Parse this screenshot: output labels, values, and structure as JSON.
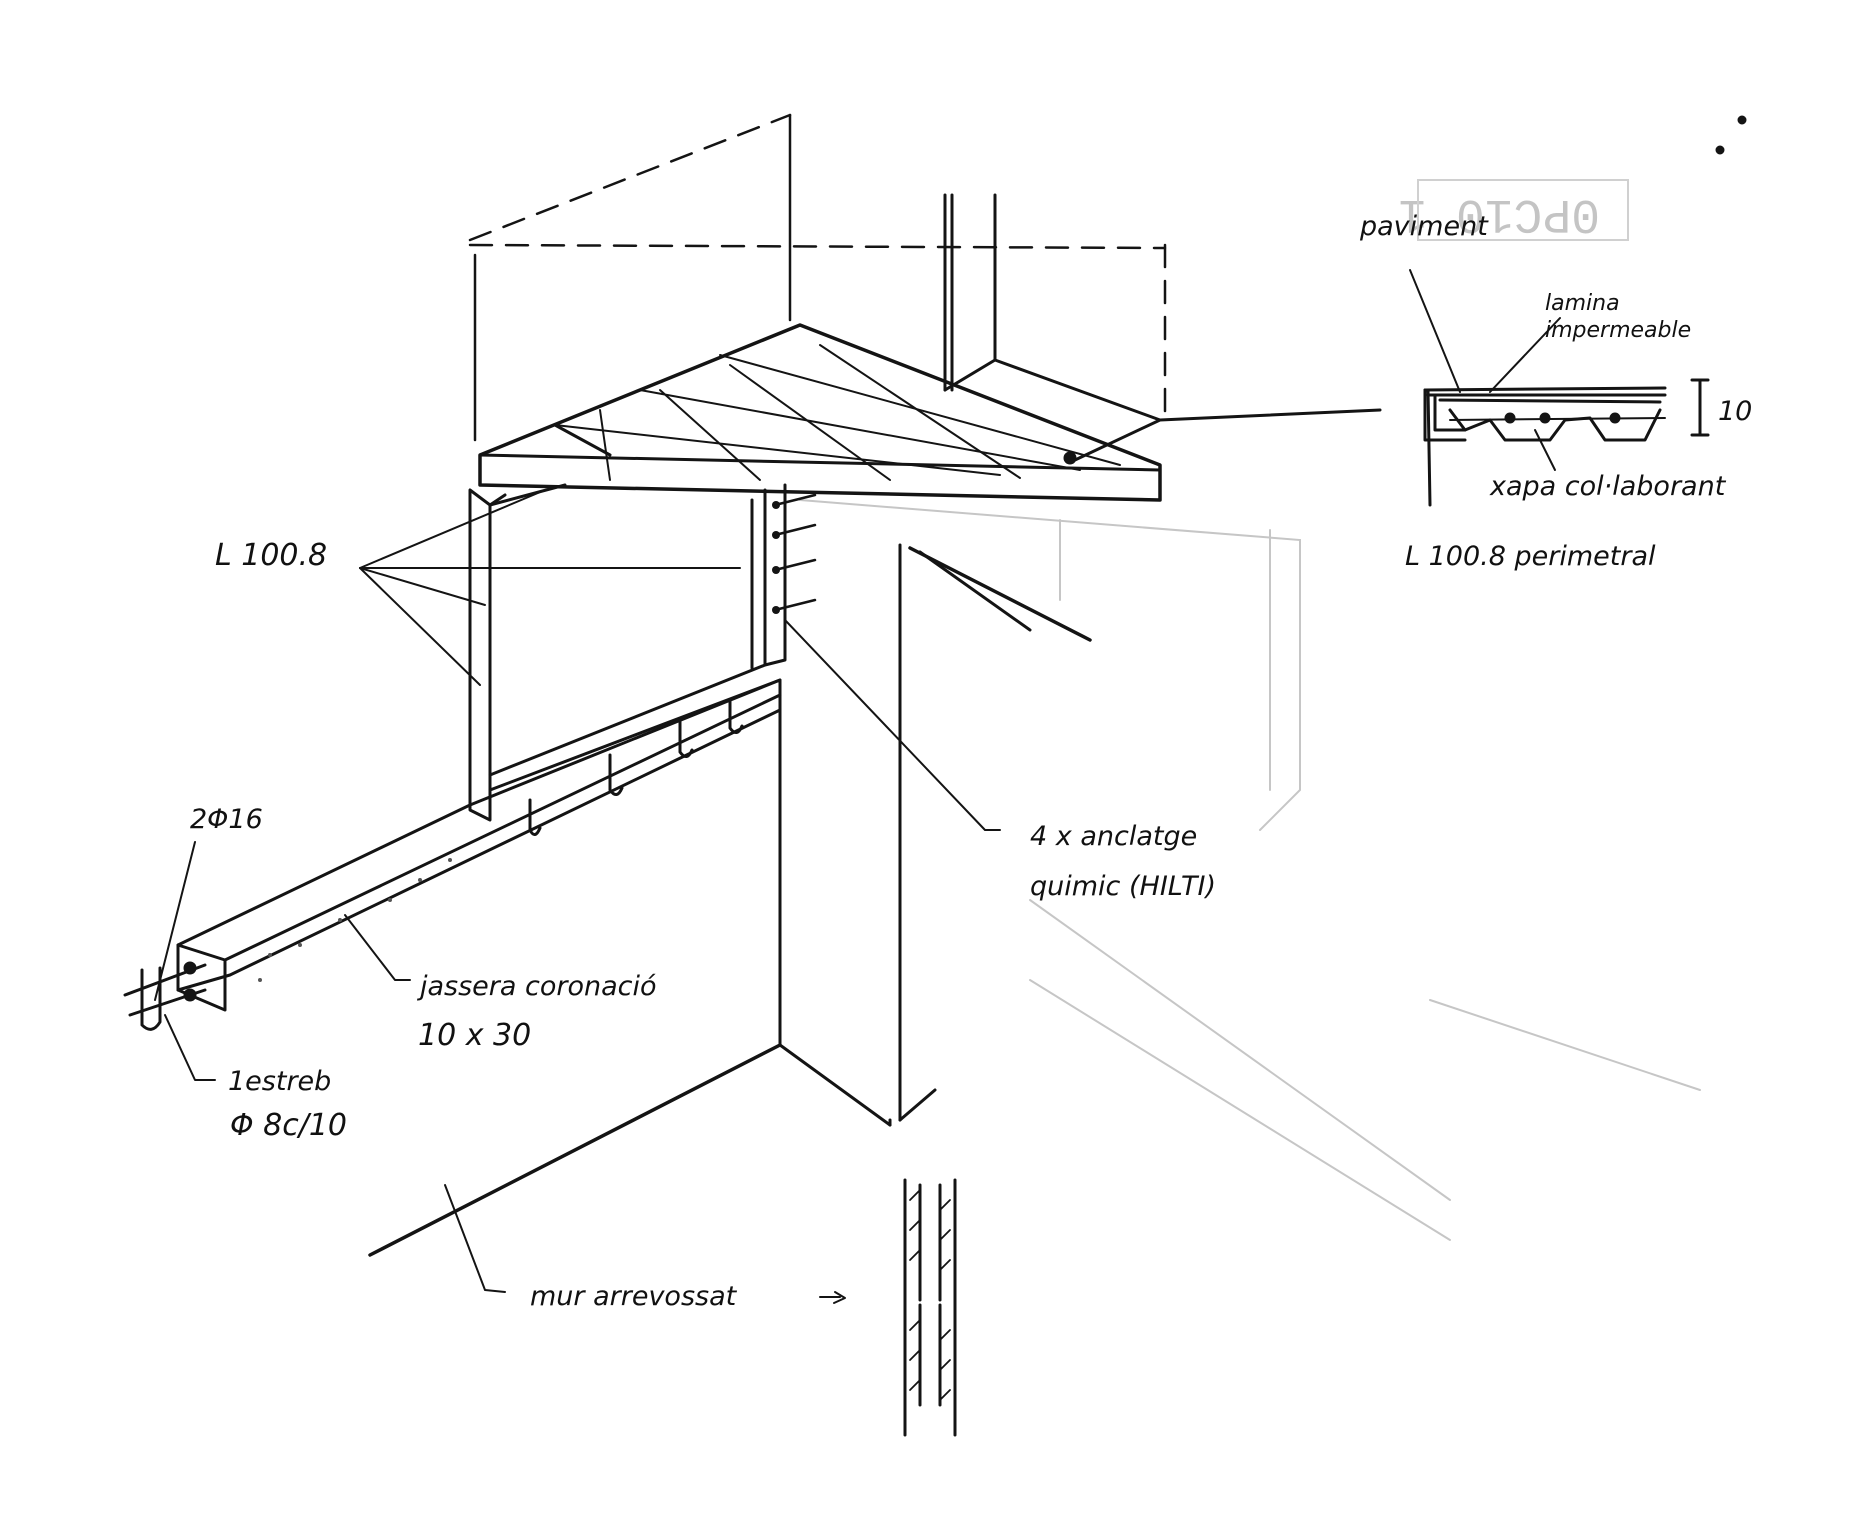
{
  "labels": {
    "angle_left": "L 100.8",
    "bars": "2Φ16",
    "stirrup_1": "1estreb",
    "stirrup_2": "Φ 8c/10",
    "beam_name": "jassera coronació",
    "beam_size": "10 x 30",
    "anchor_1": "4 x anclatge",
    "anchor_2": "quimic (HILTI)",
    "wall": "mur arrevossat",
    "floor": "paviment",
    "membrane_1": "lamina",
    "membrane_2": "impermeable",
    "thickness": "10",
    "deck": "xapa col·laborant",
    "angle_right": "L 100.8 perimetral",
    "ghost_stamp": "0PC10 1"
  },
  "colors": {
    "ink": "#111111",
    "faint": "#bdbdbd",
    "paper": "#ffffff"
  }
}
